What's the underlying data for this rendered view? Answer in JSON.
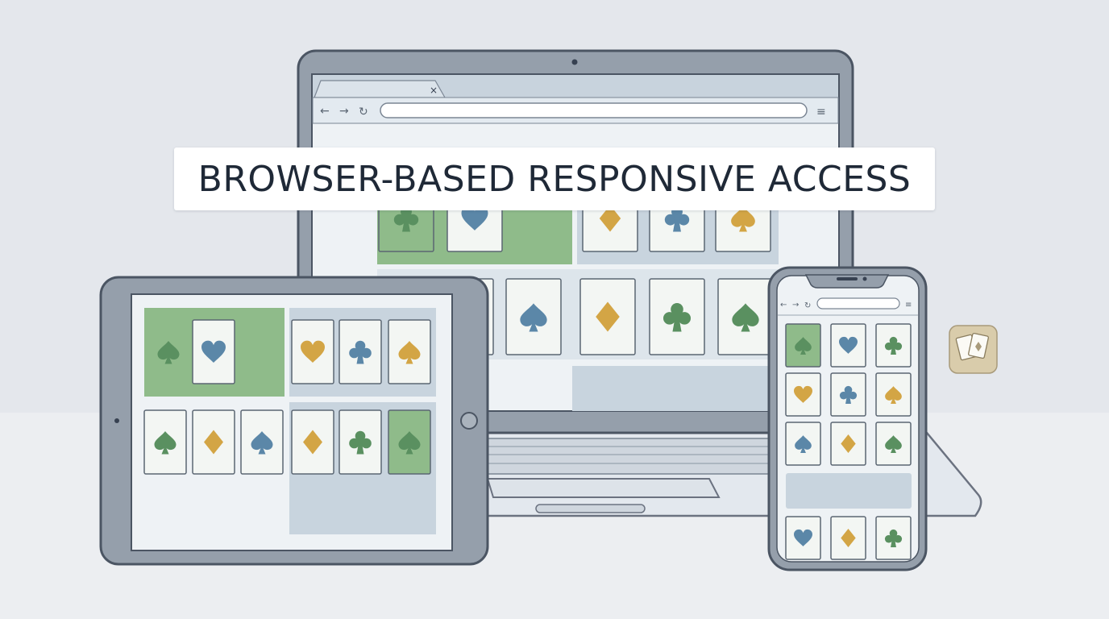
{
  "headline": "BROWSER-BASED RESPONSIVE ACCESS",
  "colors": {
    "background": "#e4e7ec",
    "device_frame": "#8e99a5",
    "device_outline": "#4b5563",
    "screen": "#eef3f5",
    "card_face": "#f3f6f3",
    "green": "#5a9060",
    "green_panel": "#8fbb8a",
    "blue": "#5b87a8",
    "gold": "#d3a545",
    "slate_panel": "#c8d4de"
  },
  "icons": {
    "back": "arrow-left-icon",
    "forward": "arrow-right-icon",
    "reload": "reload-icon",
    "menu": "hamburger-menu-icon",
    "tab_close": "close-icon",
    "app": "playing-cards-icon"
  },
  "laptop": {
    "cards_top": [
      {
        "suit": "club",
        "color": "green",
        "bg": "green"
      },
      {
        "suit": "heart",
        "color": "blue",
        "bg": "light"
      },
      {
        "suit": "diamond",
        "color": "gold",
        "bg": "light"
      },
      {
        "suit": "club",
        "color": "blue",
        "bg": "light"
      },
      {
        "suit": "spade",
        "color": "gold",
        "bg": "light"
      }
    ],
    "cards_bottom": [
      {
        "suit": "spade",
        "color": "blue",
        "bg": "light"
      },
      {
        "suit": "diamond",
        "color": "gold",
        "bg": "light"
      },
      {
        "suit": "club",
        "color": "green",
        "bg": "light"
      },
      {
        "suit": "spade",
        "color": "green",
        "bg": "light"
      }
    ]
  },
  "tablet": {
    "cards": [
      {
        "suit": "spade",
        "color": "green",
        "bg": "none"
      },
      {
        "suit": "heart",
        "color": "blue",
        "bg": "light"
      },
      {
        "suit": "heart",
        "color": "gold",
        "bg": "light"
      },
      {
        "suit": "club",
        "color": "blue",
        "bg": "light"
      },
      {
        "suit": "spade",
        "color": "gold",
        "bg": "light"
      },
      {
        "suit": "spade",
        "color": "green",
        "bg": "light"
      },
      {
        "suit": "diamond",
        "color": "gold",
        "bg": "light"
      },
      {
        "suit": "spade",
        "color": "blue",
        "bg": "light"
      },
      {
        "suit": "diamond",
        "color": "gold",
        "bg": "light"
      },
      {
        "suit": "club",
        "color": "green",
        "bg": "light"
      },
      {
        "suit": "spade",
        "color": "green",
        "bg": "green"
      }
    ]
  },
  "phone": {
    "cards": [
      {
        "suit": "spade",
        "color": "green",
        "bg": "green"
      },
      {
        "suit": "heart",
        "color": "blue",
        "bg": "light"
      },
      {
        "suit": "club",
        "color": "green",
        "bg": "light"
      },
      {
        "suit": "heart",
        "color": "gold",
        "bg": "light"
      },
      {
        "suit": "club",
        "color": "blue",
        "bg": "light"
      },
      {
        "suit": "spade",
        "color": "gold",
        "bg": "light"
      },
      {
        "suit": "spade",
        "color": "blue",
        "bg": "light"
      },
      {
        "suit": "diamond",
        "color": "gold",
        "bg": "light"
      },
      {
        "suit": "spade",
        "color": "green",
        "bg": "light"
      },
      {
        "suit": "heart",
        "color": "blue",
        "bg": "light"
      },
      {
        "suit": "diamond",
        "color": "gold",
        "bg": "light"
      },
      {
        "suit": "club",
        "color": "green",
        "bg": "light"
      }
    ]
  }
}
